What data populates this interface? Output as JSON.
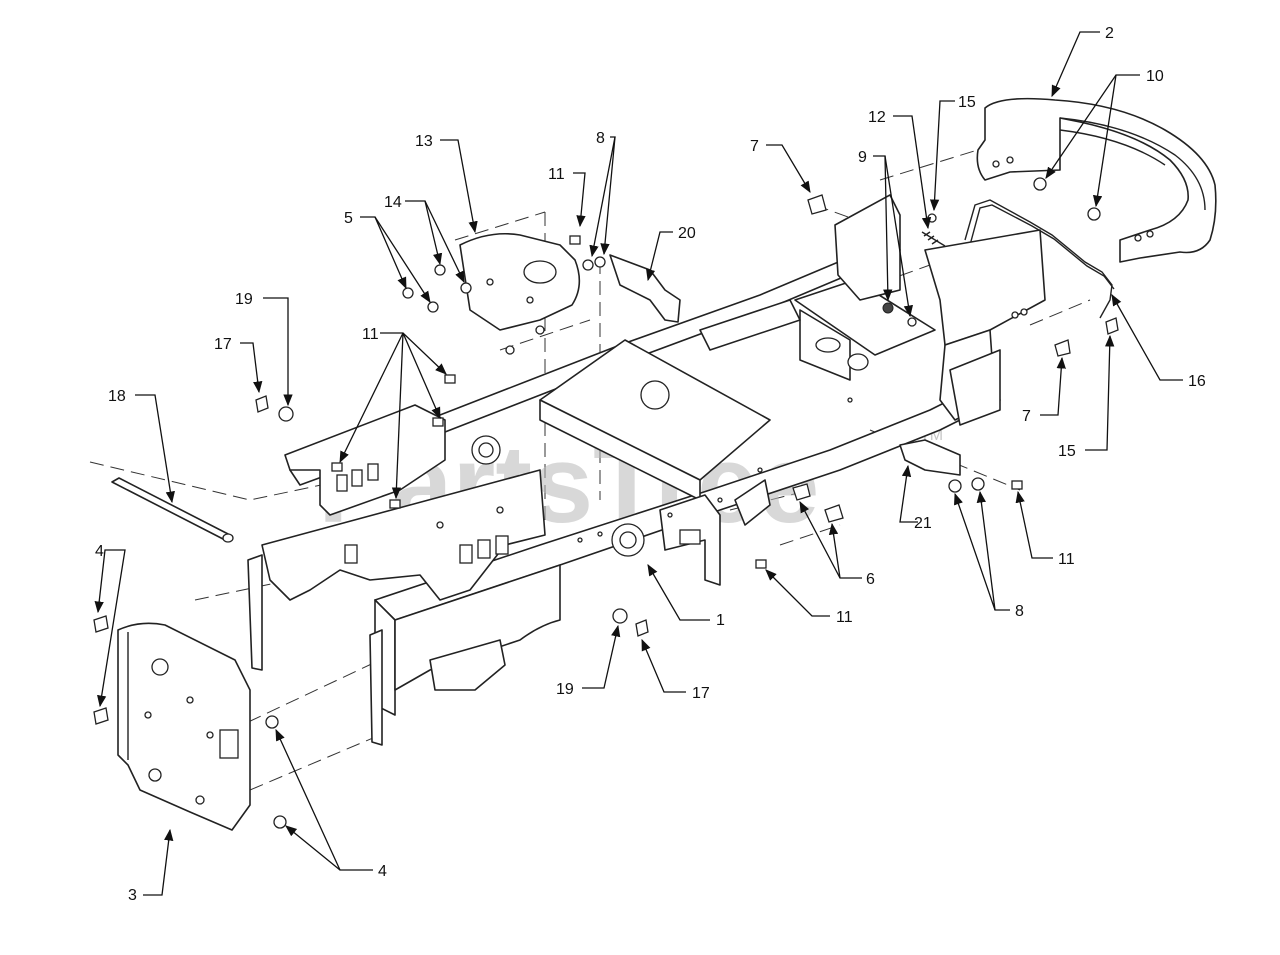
{
  "watermark": {
    "text": "PartsTree",
    "tm": "TM"
  },
  "callouts": {
    "c1": "1",
    "c2": "2",
    "c3": "3",
    "c4a": "4",
    "c4b": "4",
    "c5": "5",
    "c6": "6",
    "c7a": "7",
    "c7b": "7",
    "c8a": "8",
    "c8b": "8",
    "c9": "9",
    "c10": "10",
    "c11a": "11",
    "c11b": "11",
    "c11c": "11",
    "c11d": "11",
    "c12": "12",
    "c13": "13",
    "c14": "14",
    "c15a": "15",
    "c15b": "15",
    "c16": "16",
    "c17a": "17",
    "c17b": "17",
    "c18": "18",
    "c19a": "19",
    "c19b": "19",
    "c20": "20",
    "c21": "21"
  }
}
